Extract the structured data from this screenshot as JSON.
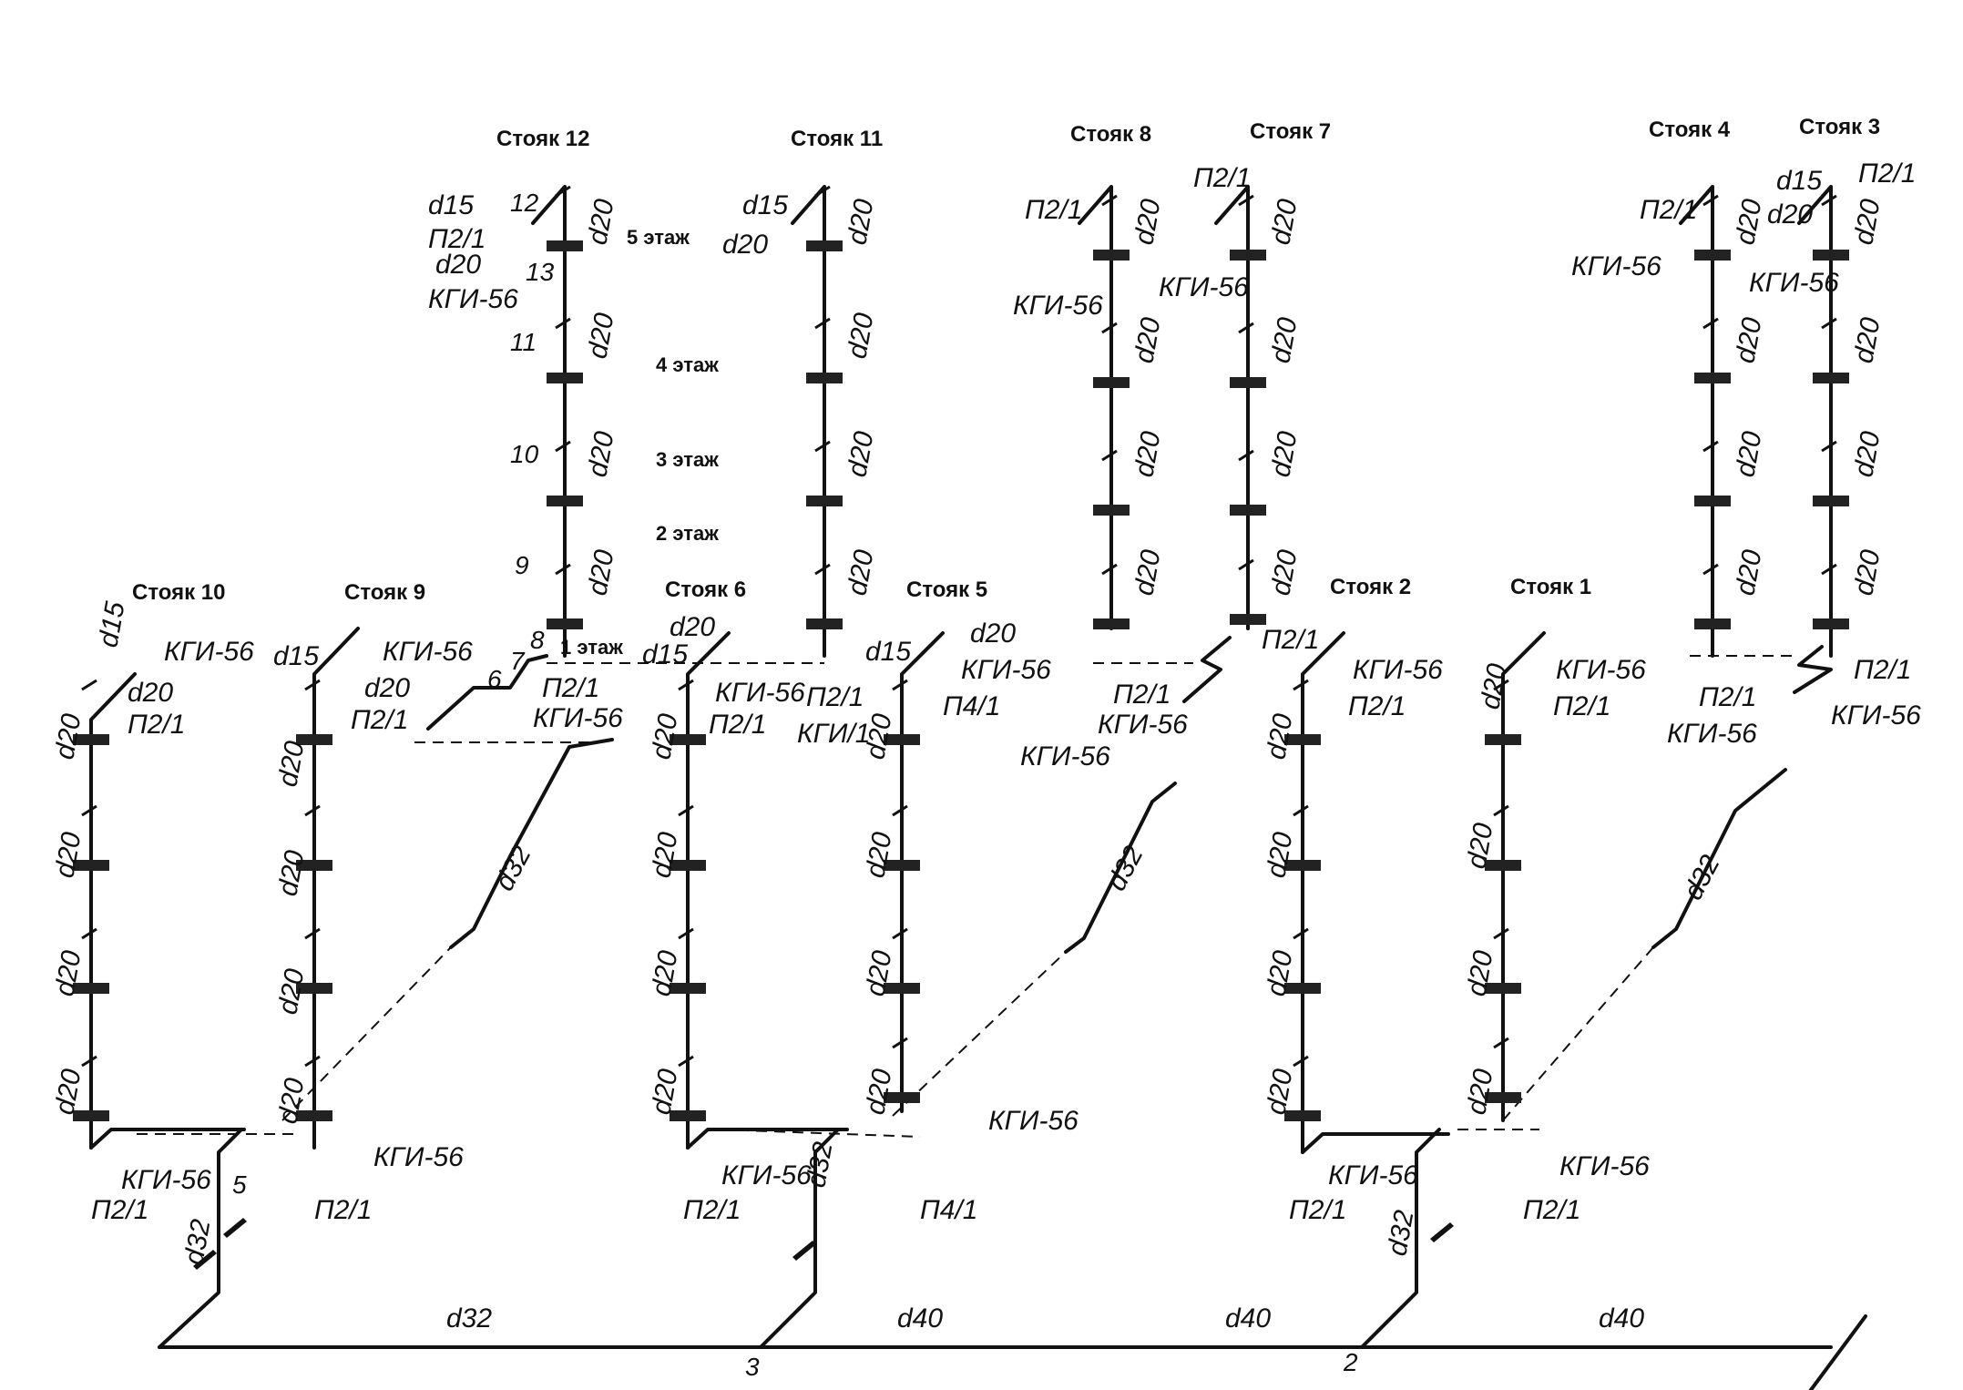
{
  "diagram": {
    "risers": [
      {
        "id": "r12",
        "title": "Стояк 12"
      },
      {
        "id": "r11",
        "title": "Стояк 11"
      },
      {
        "id": "r8",
        "title": "Стояк 8"
      },
      {
        "id": "r7",
        "title": "Стояк 7"
      },
      {
        "id": "r4",
        "title": "Стояк 4"
      },
      {
        "id": "r3",
        "title": "Стояк 3"
      },
      {
        "id": "r10",
        "title": "Стояк 10"
      },
      {
        "id": "r9",
        "title": "Стояк 9"
      },
      {
        "id": "r6",
        "title": "Стояк 6"
      },
      {
        "id": "r5",
        "title": "Стояк 5"
      },
      {
        "id": "r2",
        "title": "Стояк 2"
      },
      {
        "id": "r1",
        "title": "Стояк 1"
      }
    ],
    "floors": [
      "5 этаж",
      "4 этаж",
      "3 этаж",
      "2 этаж",
      "1 этаж"
    ],
    "labels": {
      "d15": "d15",
      "d20": "d20",
      "d32": "d32",
      "d40": "d40",
      "kgi": "КГИ-56",
      "p21": "П2/1",
      "p41": "П4/1",
      "kgi1": "КГИ/1"
    },
    "node_numbers": [
      "12",
      "13",
      "11",
      "10",
      "9",
      "8",
      "7",
      "6",
      "5"
    ],
    "main_pipe": {
      "segments": [
        "d32",
        "d40",
        "d40",
        "d40"
      ],
      "node_labels": [
        "3",
        "2"
      ]
    }
  }
}
